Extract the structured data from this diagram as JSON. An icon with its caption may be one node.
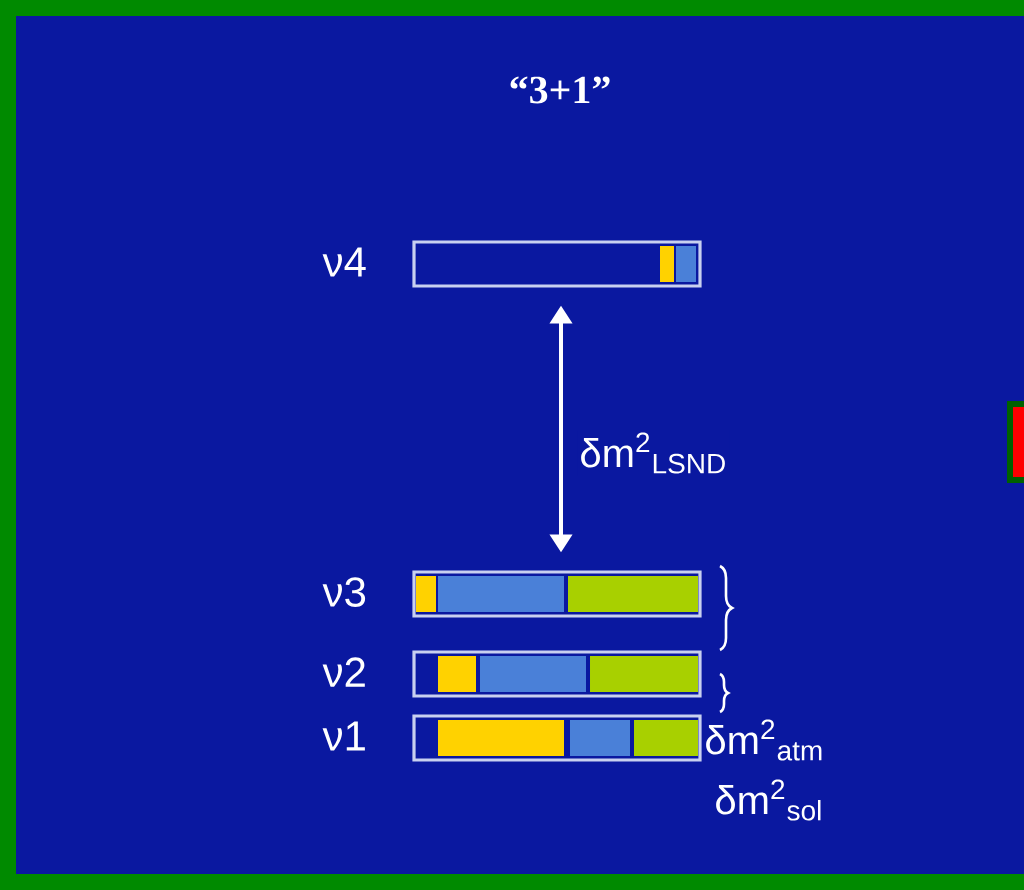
{
  "diagram": {
    "title": "“3+1”",
    "nodes": [
      {
        "text": [],
        "shape": "bar",
        "beside": [
          "ν4"
        ]
      },
      {
        "text": [],
        "shape": "bar",
        "beside": [
          "ν3"
        ]
      },
      {
        "text": [],
        "shape": "bar",
        "beside": [
          "ν2"
        ]
      },
      {
        "text": [],
        "shape": "bar",
        "beside": [
          "ν1"
        ]
      }
    ],
    "edges": [
      {
        "from": 0,
        "to": 1,
        "arrow": "both",
        "label": "δm$^{2}$$_{LSND}$"
      }
    ],
    "labels": [
      "δm$^{2}$$_{atm}$",
      "δm$^{2}$$_{sol}$"
    ]
  }
}
